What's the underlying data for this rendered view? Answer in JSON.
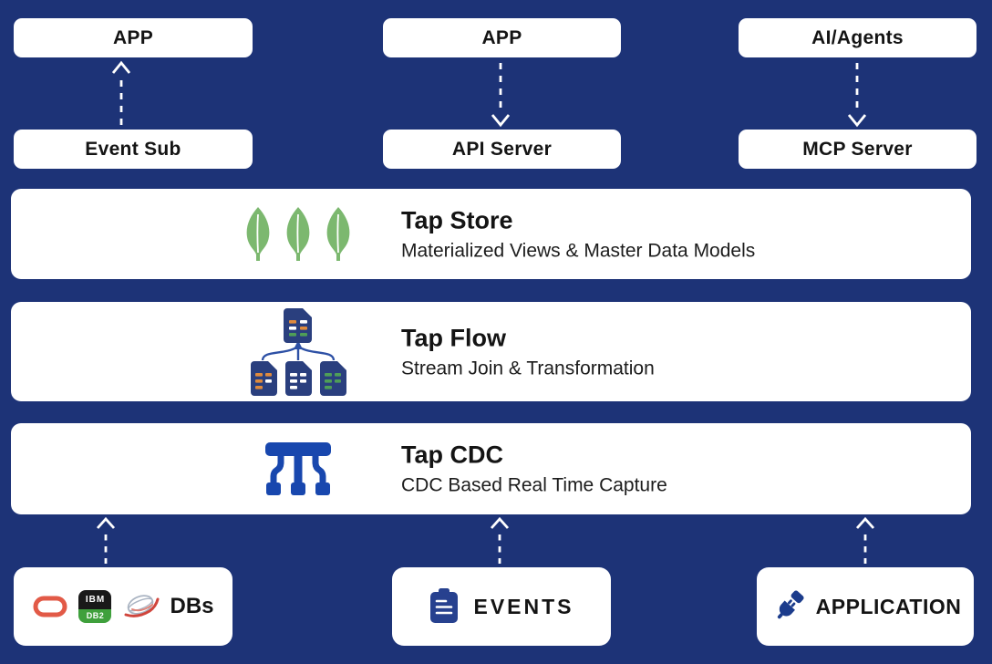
{
  "colors": {
    "background": "#1D3377",
    "panel_white": "#FFFFFF",
    "text_black": "#141414",
    "arrow_white": "#FFFFFF",
    "leaf_green": "#7CB86F",
    "doc_navy": "#2A3F7E",
    "doc_line_orange": "#E08A3C",
    "doc_line_green": "#4F9E57",
    "flow_arrow_blue": "#2D50A5",
    "cdc_blue": "#1847AE",
    "clipboard_blue": "#27418F",
    "plug_blue": "#1C3C8C",
    "oracle_red": "#E25A47",
    "db2_green": "#3FA03C"
  },
  "top_columns": [
    {
      "top_label": "APP",
      "bottom_label": "Event Sub",
      "arrow_direction": "up"
    },
    {
      "top_label": "APP",
      "bottom_label": "API Server",
      "arrow_direction": "down"
    },
    {
      "top_label": "AI/Agents",
      "bottom_label": "MCP Server",
      "arrow_direction": "down"
    }
  ],
  "layers": [
    {
      "title": "Tap Store",
      "subtitle": "Materialized Views & Master Data Models",
      "icon": "mongodb-leaves-icon"
    },
    {
      "title": "Tap Flow",
      "subtitle": "Stream Join & Transformation",
      "icon": "documents-merge-icon"
    },
    {
      "title": "Tap CDC",
      "subtitle": "CDC Based Real Time Capture",
      "icon": "cdc-pipeline-icon"
    }
  ],
  "sources": [
    {
      "label": "DBs",
      "icons": [
        "oracle-logo",
        "ibm-db2-logo",
        "sql-server-logo"
      ],
      "db2_badge": {
        "top": "IBM",
        "bottom": "DB2"
      }
    },
    {
      "label": "EVENTS",
      "icons": [
        "clipboard-icon"
      ]
    },
    {
      "label": "APPLICATION",
      "icons": [
        "plug-icon"
      ]
    }
  ]
}
